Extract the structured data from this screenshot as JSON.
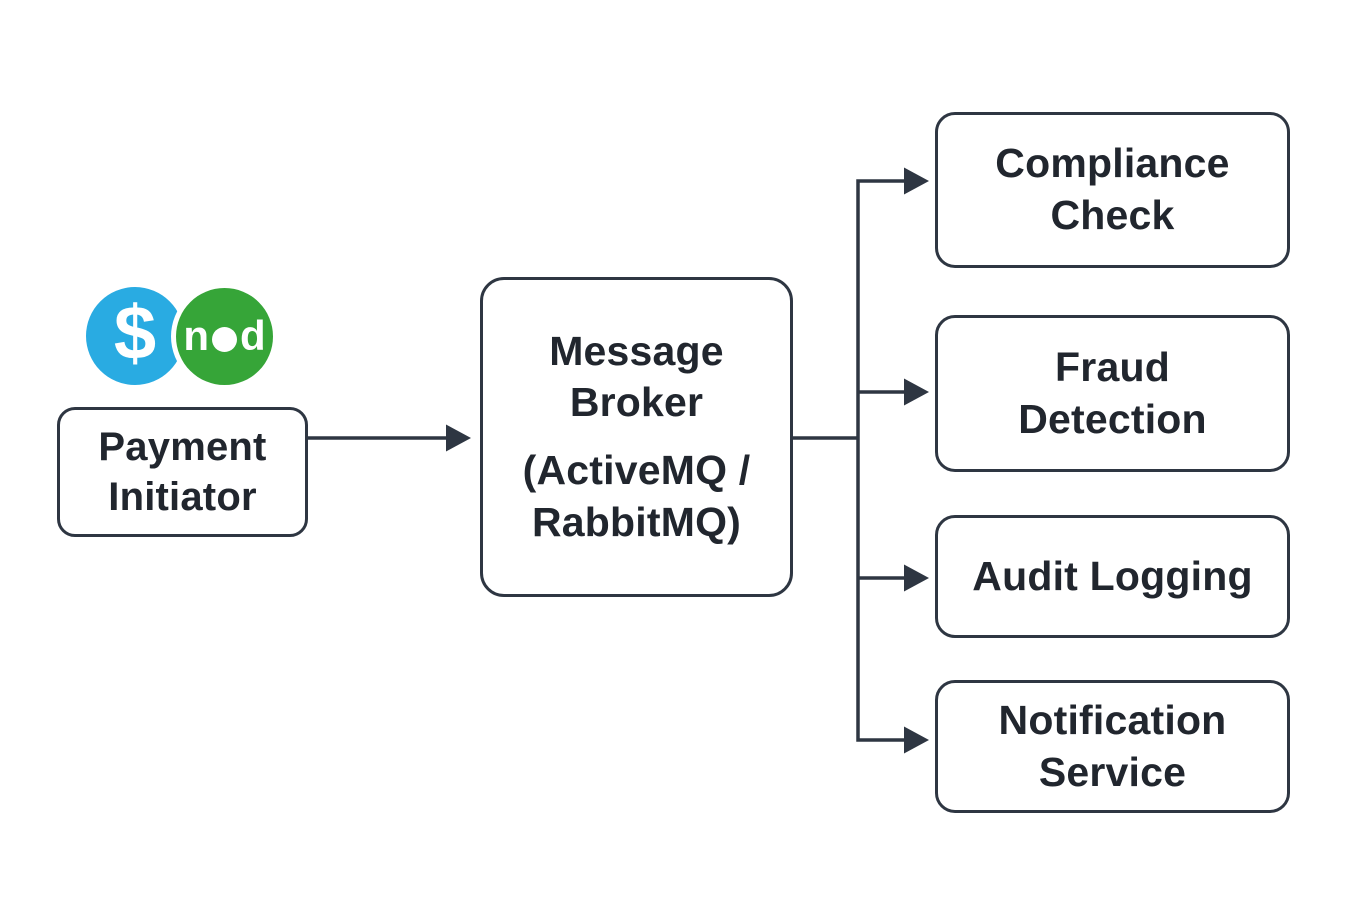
{
  "diagram": {
    "colors": {
      "background": "#ffffff",
      "stroke": "#2e3642",
      "text": "#21262e",
      "dollar-circle": "#29abe2",
      "nod-circle": "#36a538",
      "logo-text": "#ffffff"
    },
    "logo": {
      "dollar": "$",
      "nod_n": "n",
      "nod_d": "d"
    },
    "nodes": {
      "payment_initiator": {
        "lines": [
          "Payment",
          "Initiator"
        ]
      },
      "message_broker": {
        "title_lines": [
          "Message",
          "Broker"
        ],
        "subtitle_lines": [
          "(ActiveMQ /",
          "RabbitMQ)"
        ]
      },
      "compliance_check": {
        "lines": [
          "Compliance",
          "Check"
        ]
      },
      "fraud_detection": {
        "lines": [
          "Fraud",
          "Detection"
        ]
      },
      "audit_logging": {
        "lines": [
          "Audit Logging"
        ]
      },
      "notification_service": {
        "lines": [
          "Notification",
          "Service"
        ]
      }
    },
    "edges": [
      {
        "from": "Payment Initiator",
        "to": "Message Broker"
      },
      {
        "from": "Message Broker",
        "to": "Compliance Check"
      },
      {
        "from": "Message Broker",
        "to": "Fraud Detection"
      },
      {
        "from": "Message Broker",
        "to": "Audit Logging"
      },
      {
        "from": "Message Broker",
        "to": "Notification Service"
      }
    ]
  }
}
